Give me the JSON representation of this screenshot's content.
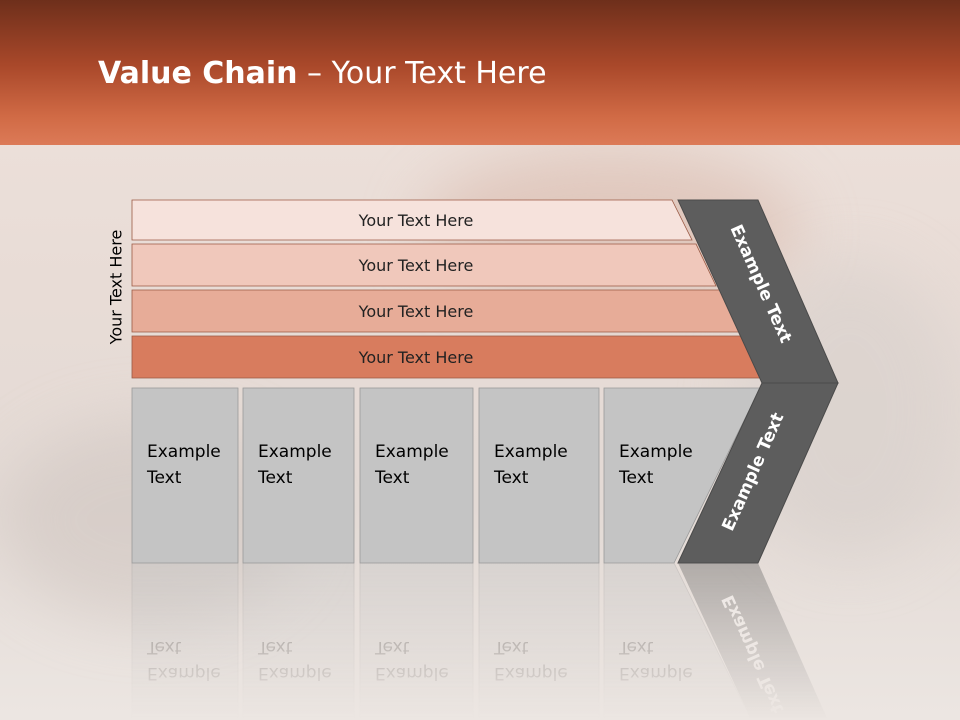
{
  "title": {
    "bold": "Value Chain",
    "rest": " – Your Text Here"
  },
  "side_label": "Your Text Here",
  "support_bars": [
    {
      "label": "Your Text Here",
      "color": "#f6e2dc"
    },
    {
      "label": "Your Text Here",
      "color": "#f0c8bb"
    },
    {
      "label": "Your Text Here",
      "color": "#e7ac98"
    },
    {
      "label": "Your Text Here",
      "color": "#d87c5e"
    }
  ],
  "primary_activities": [
    {
      "line1": "Example",
      "line2": "Text"
    },
    {
      "line1": "Example",
      "line2": "Text"
    },
    {
      "line1": "Example",
      "line2": "Text"
    },
    {
      "line1": "Example",
      "line2": "Text"
    },
    {
      "line1": "Example",
      "line2": "Text"
    }
  ],
  "chevron": {
    "upper": "Example Text",
    "lower": "Example Text"
  },
  "colors": {
    "header": "#c05a36",
    "cell": "#c4c4c4",
    "chevron": "#5d5d5d"
  }
}
